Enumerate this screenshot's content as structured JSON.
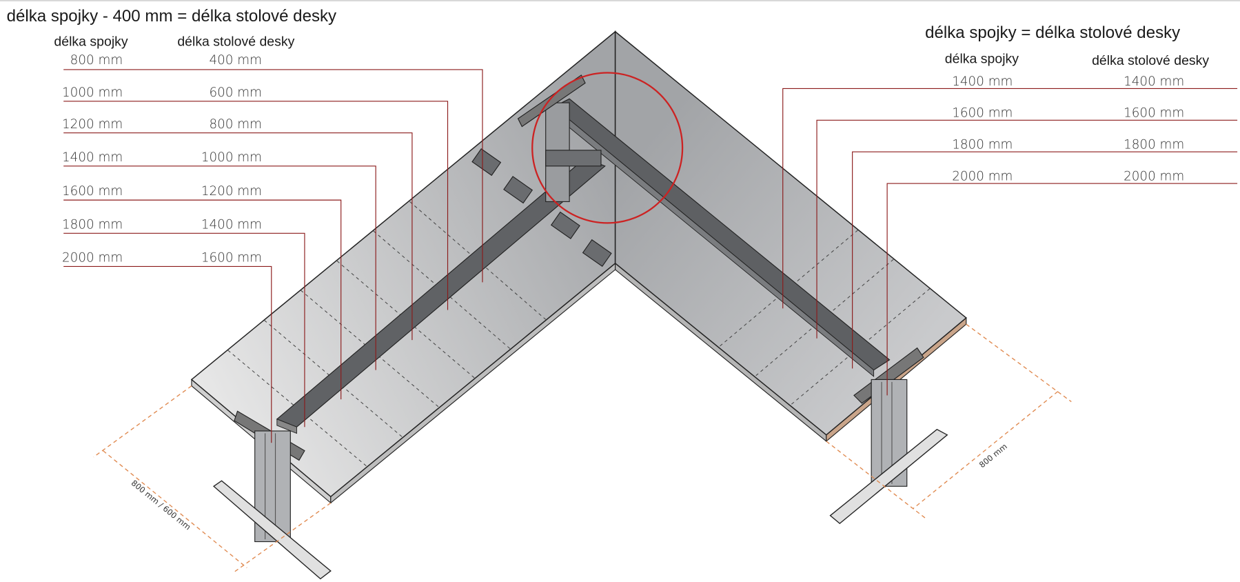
{
  "left_table": {
    "title": "délka spojky - 400 mm = délka stolové desky",
    "col_coupling": "délka spojky",
    "col_desk": "délka stolové desky",
    "rows": [
      {
        "coupling": "800 mm",
        "desk": "400 mm"
      },
      {
        "coupling": "1000 mm",
        "desk": "600 mm"
      },
      {
        "coupling": "1200 mm",
        "desk": "800 mm"
      },
      {
        "coupling": "1400 mm",
        "desk": "1000 mm"
      },
      {
        "coupling": "1600 mm",
        "desk": "1200 mm"
      },
      {
        "coupling": "1800 mm",
        "desk": "1400 mm"
      },
      {
        "coupling": "2000 mm",
        "desk": "1600 mm"
      }
    ]
  },
  "right_table": {
    "title": "délka spojky = délka stolové desky",
    "col_coupling": "délka spojky",
    "col_desk": "délka stolové desky",
    "rows": [
      {
        "coupling": "1400 mm",
        "desk": "1400 mm"
      },
      {
        "coupling": "1600 mm",
        "desk": "1600 mm"
      },
      {
        "coupling": "1800 mm",
        "desk": "1800 mm"
      },
      {
        "coupling": "2000 mm",
        "desk": "2000 mm"
      }
    ]
  },
  "dimensions": {
    "left_depth": "800 mm / 600 mm",
    "right_depth": "800 mm"
  },
  "colors": {
    "leader": "#8b1a1a",
    "highlight_circle": "#cc2222",
    "dimension": "#e08a50"
  }
}
